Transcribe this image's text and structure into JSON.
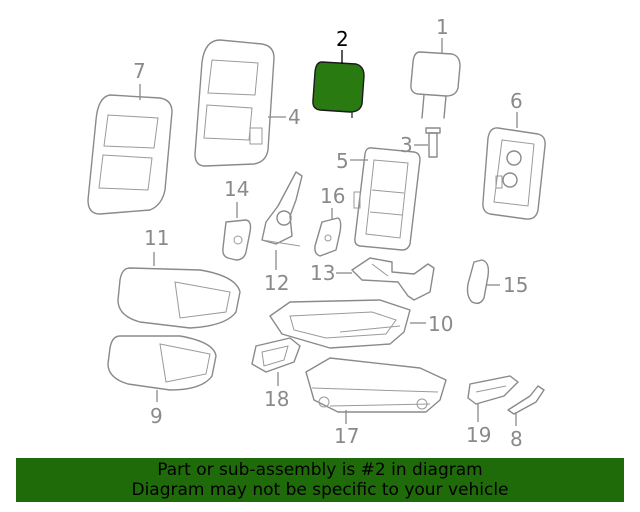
{
  "callouts": {
    "c1": "1",
    "c2": "2",
    "c3": "3",
    "c4": "4",
    "c5": "5",
    "c6": "6",
    "c7": "7",
    "c8": "8",
    "c9": "9",
    "c10": "10",
    "c11": "11",
    "c12": "12",
    "c13": "13",
    "c14": "14",
    "c15": "15",
    "c16": "16",
    "c17": "17",
    "c18": "18",
    "c19": "19"
  },
  "highlight": {
    "part": "2",
    "color": "#2a7a12"
  },
  "banner": {
    "line1": "Part or sub-assembly is #2 in diagram",
    "line2": "Diagram may not be specific to your vehicle",
    "background": "#1f6b0a"
  }
}
